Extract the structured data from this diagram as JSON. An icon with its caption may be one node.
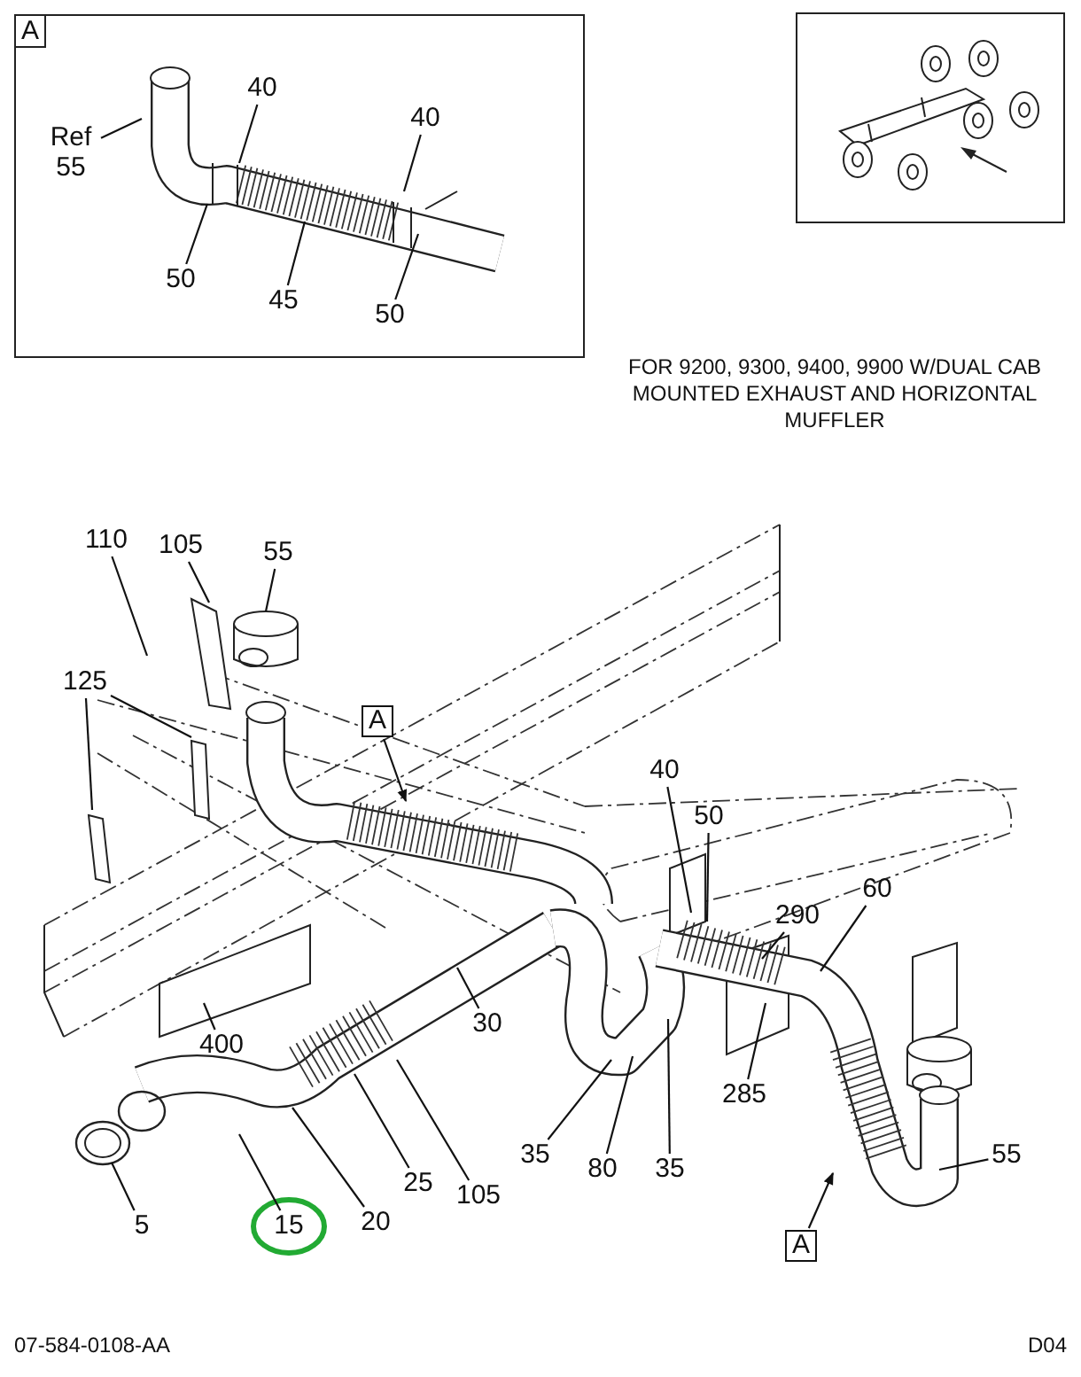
{
  "diagram": {
    "nodes": [
      {
        "text": [
          "A"
        ]
      },
      {
        "text": [
          "40"
        ],
        "in": 0
      },
      {
        "text": [
          "40"
        ],
        "in": 0
      },
      {
        "text": [
          "Ref 55"
        ],
        "in": 0
      },
      {
        "text": [
          "50"
        ],
        "in": 0
      },
      {
        "text": [
          "45"
        ],
        "in": 0
      },
      {
        "text": [
          "50"
        ],
        "in": 0
      },
      {
        "text": [
          "110"
        ]
      },
      {
        "text": [
          "105"
        ]
      },
      {
        "text": [
          "55"
        ]
      },
      {
        "text": [
          "125"
        ]
      },
      {
        "text": [
          "A"
        ]
      },
      {
        "text": [
          "40"
        ]
      },
      {
        "text": [
          "50"
        ]
      },
      {
        "text": [
          "290"
        ]
      },
      {
        "text": [
          "60"
        ]
      },
      {
        "text": [
          "400"
        ]
      },
      {
        "text": [
          "30"
        ]
      },
      {
        "text": [
          "285"
        ]
      },
      {
        "text": [
          "35"
        ]
      },
      {
        "text": [
          "80"
        ]
      },
      {
        "text": [
          "35"
        ]
      },
      {
        "text": [
          "55"
        ]
      },
      {
        "text": [
          "25"
        ]
      },
      {
        "text": [
          "105"
        ]
      },
      {
        "text": [
          "5"
        ]
      },
      {
        "text": [
          "15"
        ]
      },
      {
        "text": [
          "20"
        ]
      },
      {
        "text": [
          "A"
        ]
      }
    ],
    "edges": [
      {
        "from": 1,
        "to": null,
        "arrow": "none"
      },
      {
        "from": 2,
        "to": null,
        "arrow": "none"
      },
      {
        "from": 3,
        "to": null,
        "arrow": "none"
      },
      {
        "from": 4,
        "to": null,
        "arrow": "none"
      },
      {
        "from": 5,
        "to": null,
        "arrow": "none"
      },
      {
        "from": 6,
        "to": null,
        "arrow": "none"
      },
      {
        "from": 7,
        "to": null,
        "arrow": "none"
      },
      {
        "from": 8,
        "to": null,
        "arrow": "none"
      },
      {
        "from": 9,
        "to": null,
        "arrow": "none"
      },
      {
        "from": 10,
        "to": null,
        "arrow": "none"
      },
      {
        "from": 10,
        "to": null,
        "arrow": "none"
      },
      {
        "from": 11,
        "to": null,
        "arrow": "to"
      },
      {
        "from": 12,
        "to": null,
        "arrow": "none"
      },
      {
        "from": 13,
        "to": null,
        "arrow": "none"
      },
      {
        "from": 14,
        "to": null,
        "arrow": "none"
      },
      {
        "from": 15,
        "to": null,
        "arrow": "none"
      },
      {
        "from": 16,
        "to": null,
        "arrow": "none"
      },
      {
        "from": 17,
        "to": null,
        "arrow": "none"
      },
      {
        "from": 18,
        "to": null,
        "arrow": "none"
      },
      {
        "from": 19,
        "to": null,
        "arrow": "none"
      },
      {
        "from": 20,
        "to": null,
        "arrow": "none"
      },
      {
        "from": 21,
        "to": null,
        "arrow": "none"
      },
      {
        "from": 22,
        "to": null,
        "arrow": "none"
      },
      {
        "from": 23,
        "to": null,
        "arrow": "none"
      },
      {
        "from": 24,
        "to": null,
        "arrow": "none"
      },
      {
        "from": 25,
        "to": null,
        "arrow": "none"
      },
      {
        "from": 26,
        "to": null,
        "arrow": "none"
      },
      {
        "from": 27,
        "to": null,
        "arrow": "none"
      },
      {
        "from": 28,
        "to": null,
        "arrow": "to"
      }
    ],
    "labels": [
      "FOR 9200, 9300, 9400, 9900 W/DUAL CAB MOUNTED EXHAUST AND HORIZONTAL MUFFLER",
      "07-584-0108-AA",
      "D04"
    ]
  }
}
